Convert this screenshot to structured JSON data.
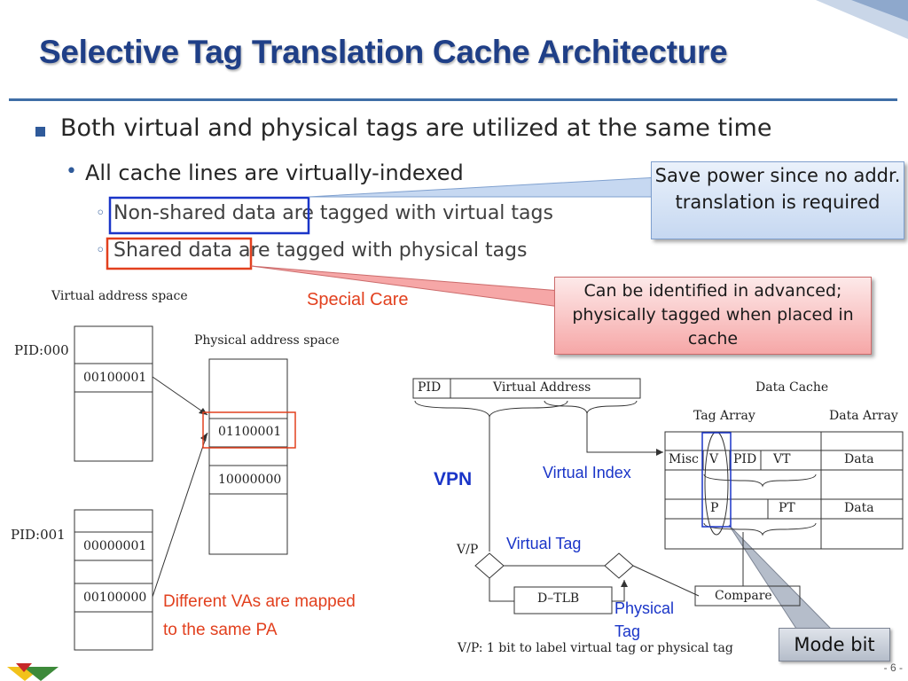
{
  "slide": {
    "title": "Selective Tag Translation Cache Architecture",
    "bullets": [
      {
        "level": 1,
        "text": "Both virtual and physical tags are utilized at the same time"
      },
      {
        "level": 2,
        "text": "All cache lines are virtually-indexed"
      },
      {
        "level": 3,
        "boxed": "Non-shared data",
        "rest": "are tagged with virtual tags"
      },
      {
        "level": 3,
        "boxed": "Shared data",
        "rest": "are tagged with physical tags"
      }
    ],
    "callouts": {
      "blue": "Save power since no addr. translation is required",
      "red": "Can be identified in advanced; physically tagged when placed in cache",
      "mode_bit": "Mode bit"
    },
    "page_number": "- 6 -"
  },
  "left_figure": {
    "virtual_space_label": "Virtual address space",
    "physical_space_label": "Physical address space",
    "special_care": "Special Care",
    "pid0_label": "PID:000",
    "pid1_label": "PID:001",
    "pid0_entry": "00100001",
    "pid1_entry_a": "00000001",
    "pid1_entry_b": "00100000",
    "phys_entry_a": "01100001",
    "phys_entry_b": "10000000",
    "note": "Different VAs are mapped to the same PA",
    "note_line1": "Different VAs are mapped",
    "note_line2": "to the same PA"
  },
  "right_figure": {
    "pid": "PID",
    "virtual_address": "Virtual Address",
    "data_cache": "Data Cache",
    "tag_array": "Tag Array",
    "data_array": "Data Array",
    "row1": [
      "Misc",
      "V",
      "PID",
      "VT",
      "Data"
    ],
    "row2": [
      "P",
      "PT",
      "Data"
    ],
    "vpn": "VPN",
    "virtual_index": "Virtual Index",
    "virtual_tag": "Virtual Tag",
    "physical_tag_line1": "Physical",
    "physical_tag_line2": "Tag",
    "vp": "V/P",
    "dtlb": "D–TLB",
    "compare": "Compare",
    "caption": "V/P: 1 bit to label virtual tag or physical tag"
  },
  "colors": {
    "title": "#1f3f87",
    "rule": "#3f6ea6",
    "highlight_blue": "#1a35c8",
    "highlight_red": "#e2401e"
  }
}
